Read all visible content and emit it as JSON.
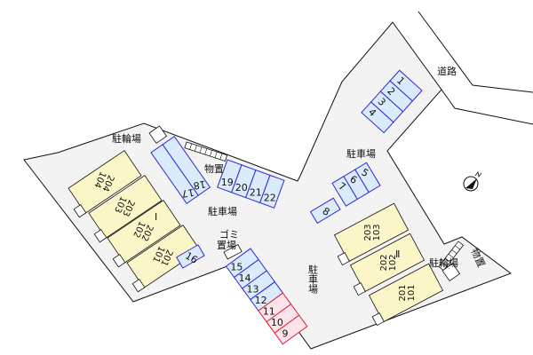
{
  "colors": {
    "lot": "#f3f3f3",
    "building": "#fbf6c8",
    "space_blue_fill": "#dcebfb",
    "space_blue_stroke": "#2a2ad8",
    "space_red_fill": "#fde3ea",
    "space_red_stroke": "#e0203a",
    "line": "#111111"
  },
  "labels": {
    "road": "道路",
    "parking_center": "駐車場",
    "parking_top": "駐車場",
    "parking_vertical": "駐車場",
    "bike_left": "駐輪場",
    "bike_right": "駐輪場",
    "storage_left": "物置",
    "storage_right": "物置",
    "garbage_line1": "ゴミ",
    "garbage_line2": "置場",
    "building_1": "Ⅰ",
    "building_2": "Ⅱ"
  },
  "building_1_units": [
    {
      "upper": "204",
      "lower": "104"
    },
    {
      "upper": "203",
      "lower": "103"
    },
    {
      "upper": "202",
      "lower": "102"
    },
    {
      "upper": "201",
      "lower": "101"
    }
  ],
  "building_2_units": [
    {
      "upper": "203",
      "lower": "103"
    },
    {
      "upper": "202",
      "lower": "102"
    },
    {
      "upper": "201",
      "lower": "101"
    }
  ],
  "parking_spaces": {
    "row_1_4": [
      "1",
      "2",
      "3",
      "4"
    ],
    "row_5_7": [
      "5",
      "6",
      "7"
    ],
    "single_8": [
      "8"
    ],
    "column_9_15": [
      "15",
      "14",
      "13",
      "12",
      "11",
      "10",
      "9"
    ],
    "reserved_red": [
      "11",
      "10",
      "9"
    ],
    "row_16": [
      "16"
    ],
    "row_17_18": [
      "17",
      "18"
    ],
    "row_19_22": [
      "19",
      "20",
      "21",
      "22"
    ]
  },
  "compass": "north-arrow-icon"
}
